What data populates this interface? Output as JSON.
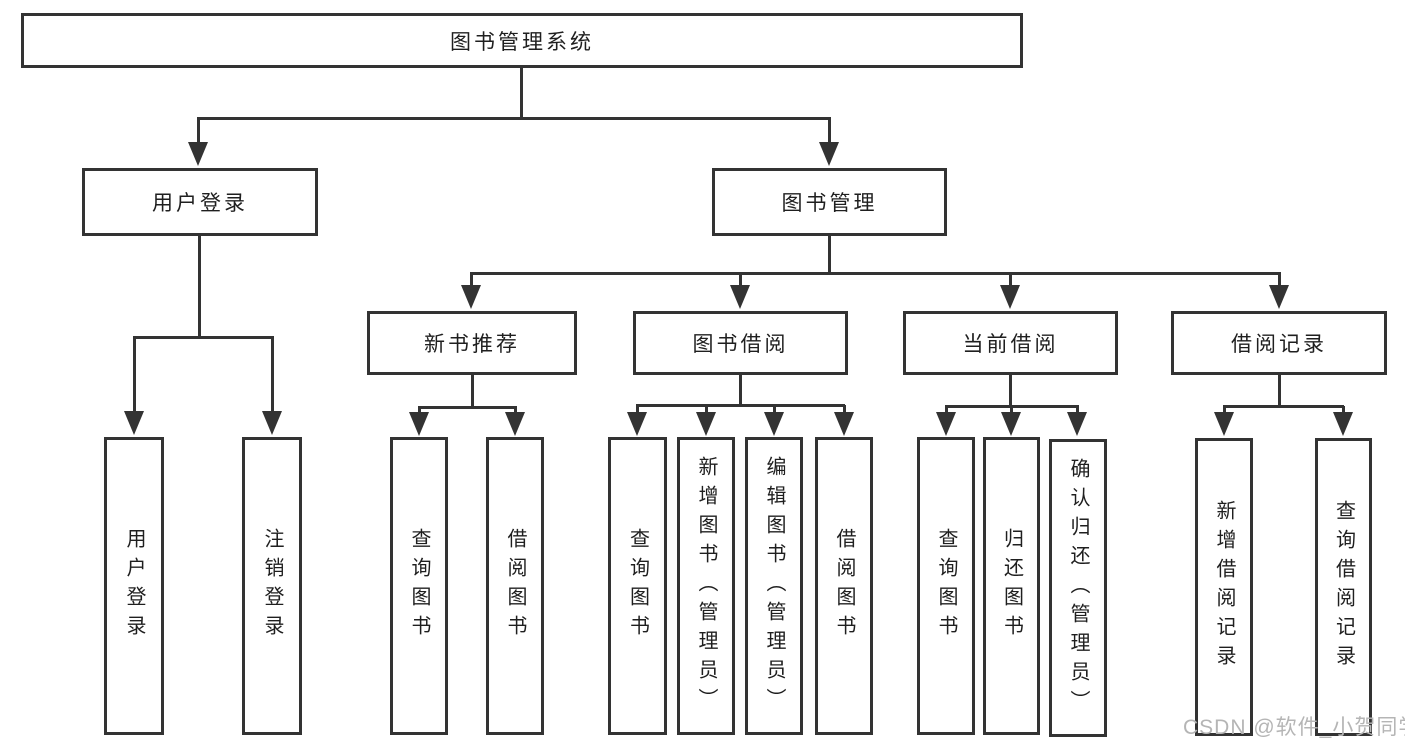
{
  "diagram_type": "functional-structure-tree",
  "colors": {
    "line": "#333333",
    "box_border": "#333333",
    "text": "#1f1f1f",
    "background": "#ffffff",
    "watermark": "#b5b5b5"
  },
  "tree": {
    "label": "图书管理系统",
    "children": [
      {
        "label": "用户登录",
        "children": [
          {
            "label": "用户登录"
          },
          {
            "label": "注销登录"
          }
        ]
      },
      {
        "label": "图书管理",
        "children": [
          {
            "label": "新书推荐",
            "children": [
              {
                "label": "查询图书"
              },
              {
                "label": "借阅图书"
              }
            ]
          },
          {
            "label": "图书借阅",
            "children": [
              {
                "label": "查询图书"
              },
              {
                "label": "新增图书（管理员）"
              },
              {
                "label": "编辑图书（管理员）"
              },
              {
                "label": "借阅图书"
              }
            ]
          },
          {
            "label": "当前借阅",
            "children": [
              {
                "label": "查询图书"
              },
              {
                "label": "归还图书"
              },
              {
                "label": "确认归还（管理员）"
              }
            ]
          },
          {
            "label": "借阅记录",
            "children": [
              {
                "label": "新增借阅记录"
              },
              {
                "label": "查询借阅记录"
              }
            ]
          }
        ]
      }
    ]
  },
  "watermark": {
    "text": "CSDN @软件_小贺同学"
  }
}
